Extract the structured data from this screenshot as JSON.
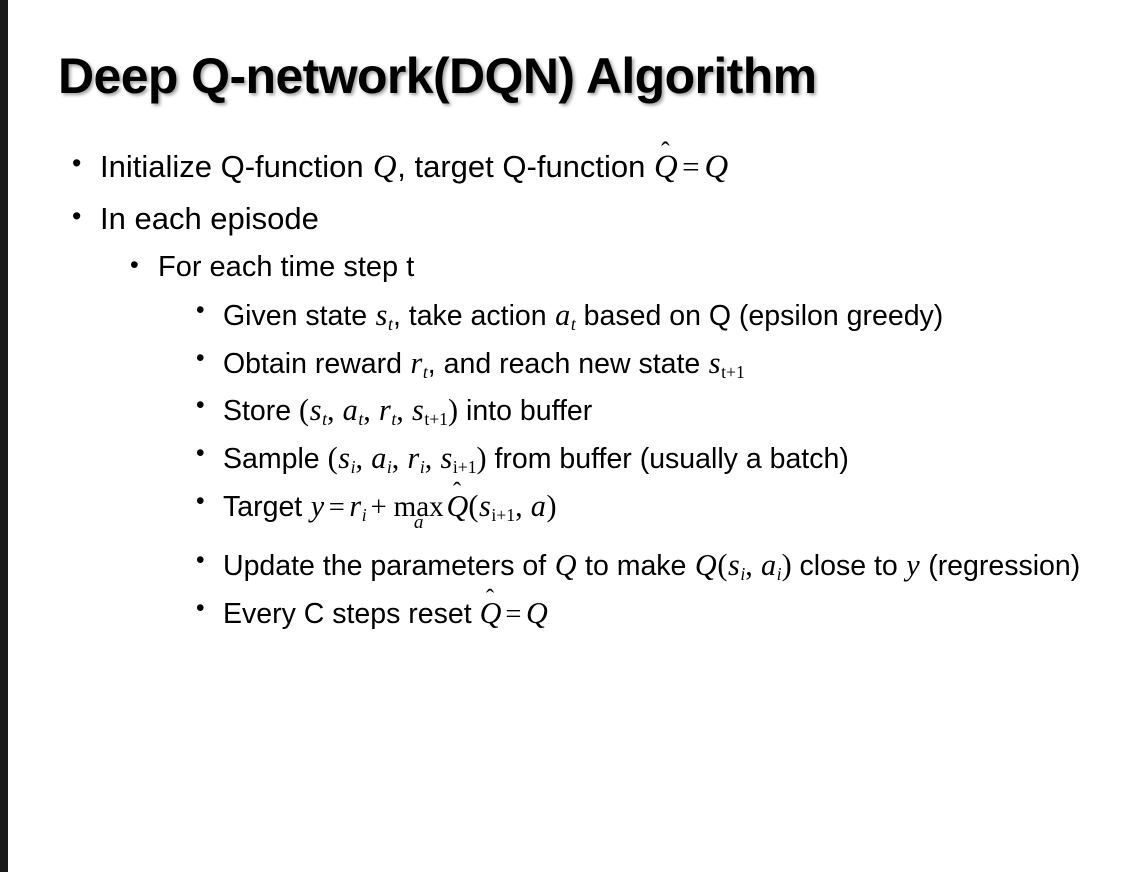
{
  "slide": {
    "title": "Deep Q-network(DQN) Algorithm",
    "background_color": "#ffffff",
    "text_color": "#000000",
    "edge_bar_color": "#1a1a1a"
  },
  "bullets": {
    "b1": {
      "marker": "•",
      "level": 1,
      "text_plain": "Initialize Q-function Q, target Q-function Q̂ = Q",
      "seg": {
        "s1": "Initialize Q-function ",
        "q1": "Q",
        "s2": ", target Q-function ",
        "qhat": "Q",
        "hat": "ˆ",
        "eq": "=",
        "q2": "Q"
      }
    },
    "b2": {
      "marker": "•",
      "level": 1,
      "text_plain": "In each episode",
      "seg": {
        "s1": "In each episode"
      }
    },
    "b3": {
      "marker": "•",
      "level": 2,
      "text_plain": "For each time step t",
      "seg": {
        "s1": "For each time step t"
      }
    },
    "b4": {
      "marker": "•",
      "level": 3,
      "text_plain": "Given state s_t, take action a_t based on Q (epsilon greedy)",
      "seg": {
        "s1": "Given state ",
        "s_var": "s",
        "s_sub": "t",
        "s2": ", take action ",
        "a_var": "a",
        "a_sub": "t",
        "s3": " based on Q (epsilon greedy)"
      }
    },
    "b5": {
      "marker": "•",
      "level": 3,
      "text_plain": "Obtain reward r_t, and reach new state s_{t+1}",
      "seg": {
        "s1": "Obtain reward ",
        "r_var": "r",
        "r_sub": "t",
        "s2": ", and reach new state ",
        "s_var": "s",
        "s_sub": "t+1"
      }
    },
    "b6": {
      "marker": "•",
      "level": 3,
      "text_plain": "Store (s_t, a_t, r_t, s_{t+1}) into buffer",
      "seg": {
        "s1": "Store ",
        "open": "(",
        "v1": "s",
        "v1s": "t",
        "c1": ", ",
        "v2": "a",
        "v2s": "t",
        "c2": ", ",
        "v3": "r",
        "v3s": "t",
        "c3": ", ",
        "v4": "s",
        "v4s": "t+1",
        "close": ")",
        "s2": " into buffer"
      }
    },
    "b7": {
      "marker": "•",
      "level": 3,
      "text_plain": "Sample (s_i, a_i, r_i, s_{i+1}) from buffer (usually a batch)",
      "seg": {
        "s1": "Sample ",
        "open": "(",
        "v1": "s",
        "v1s": "i",
        "c1": ", ",
        "v2": "a",
        "v2s": "i",
        "c2": ", ",
        "v3": "r",
        "v3s": "i",
        "c3": ", ",
        "v4": "s",
        "v4s": "i+1",
        "close": ")",
        "s2": " from buffer (usually a batch)"
      }
    },
    "b8": {
      "marker": "•",
      "level": 3,
      "text_plain": "Target y = r_i + max_a Q̂(s_{i+1}, a)",
      "seg": {
        "s1": "Target ",
        "y": "y",
        "eq": "=",
        "r": "r",
        "r_sub": "i",
        "plus": "+",
        "op": "max",
        "op_lim": "a",
        "qhat": "Q",
        "hat": "ˆ",
        "open": "(",
        "s_var": "s",
        "s_sub": "i+1",
        "comma": ", ",
        "a_var": "a",
        "close": ")"
      }
    },
    "b9": {
      "marker": "•",
      "level": 3,
      "text_plain": "Update the parameters of Q to make Q(s_i, a_i) close to y (regression)",
      "seg": {
        "s1": "Update the parameters of ",
        "q1": "Q",
        "s2": " to make ",
        "q2": "Q",
        "open": "(",
        "v1": "s",
        "v1s": "i",
        "c1": ", ",
        "v2": "a",
        "v2s": "i",
        "close": ")",
        "s3": " close to ",
        "y": "y",
        "s4": " (regression)"
      }
    },
    "b10": {
      "marker": "•",
      "level": 3,
      "text_plain": "Every C steps reset Q̂ = Q",
      "seg": {
        "s1": "Every C steps reset ",
        "qhat": "Q",
        "hat": "ˆ",
        "eq": "=",
        "q": "Q"
      }
    }
  }
}
